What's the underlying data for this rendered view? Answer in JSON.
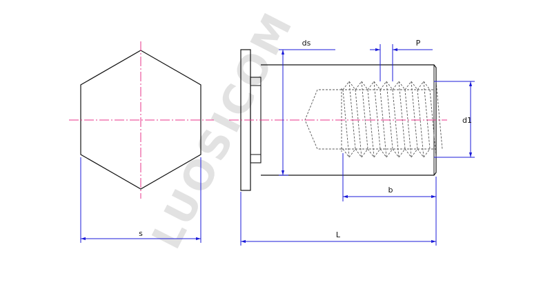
{
  "labels": {
    "s": "s",
    "L": "L",
    "b": "b",
    "ds": "ds",
    "P": "P",
    "d1": "d1"
  },
  "watermark": "LUOSICOM",
  "colors": {
    "outline": "#111111",
    "dimension": "#1a1ad9",
    "centerline": "#e8338a",
    "hidden": "#555555",
    "watermark": "#d8d8d8"
  }
}
